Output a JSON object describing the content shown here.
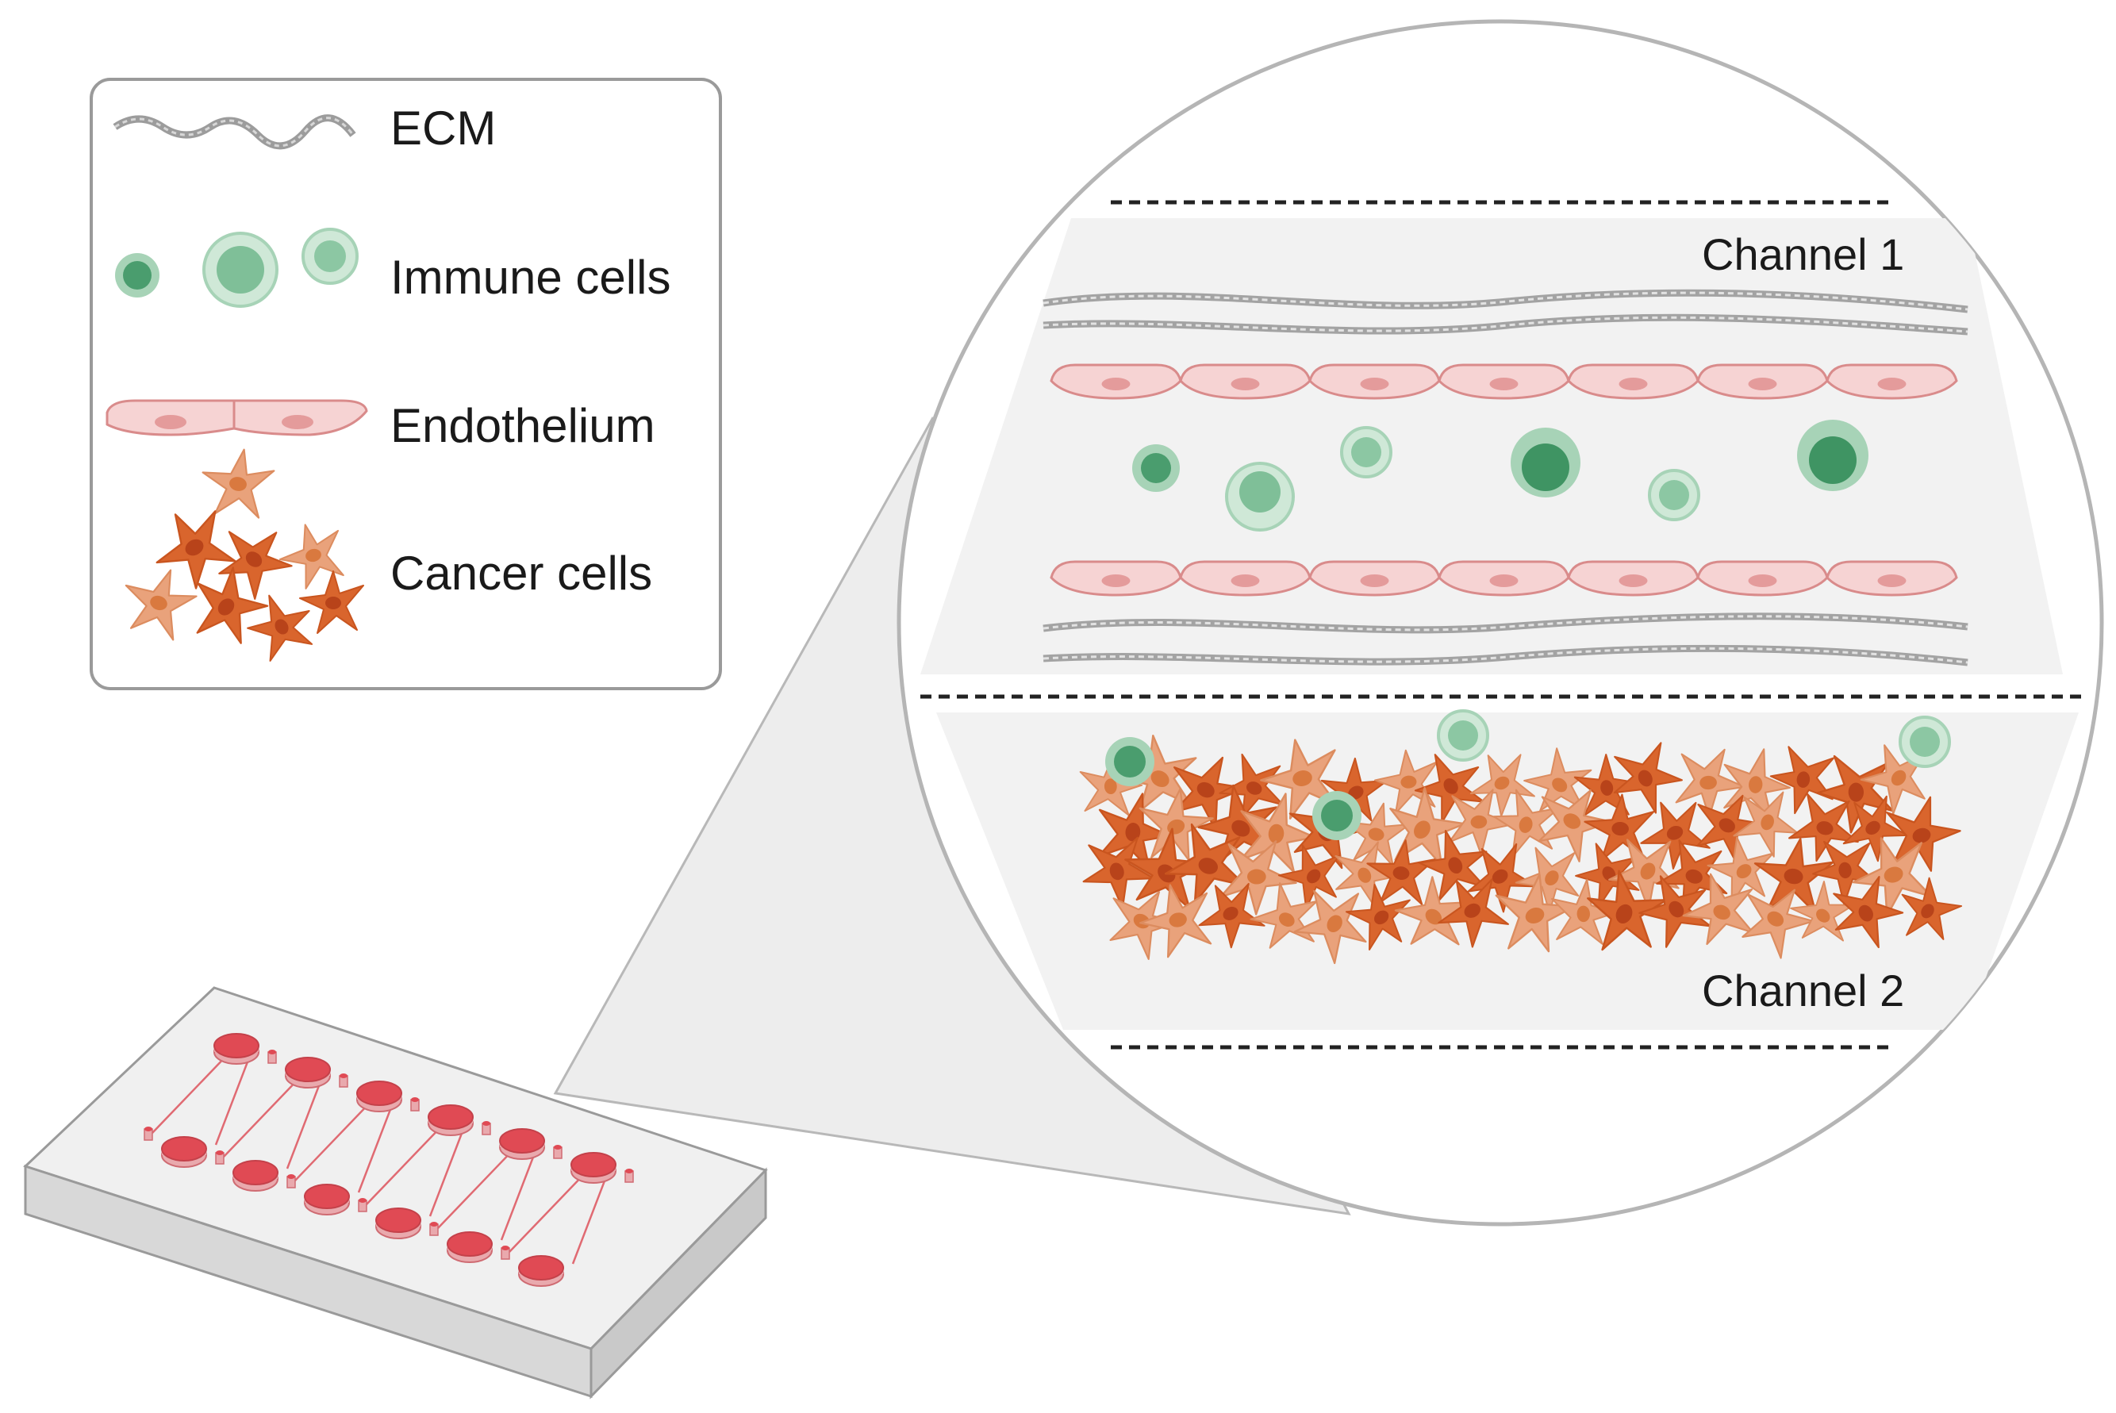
{
  "legend": {
    "items": [
      {
        "label": "ECM",
        "icon": "ecm-fiber-icon"
      },
      {
        "label": "Immune cells",
        "icon": "immune-cell-icon"
      },
      {
        "label": "Endothelium",
        "icon": "endothelium-icon"
      },
      {
        "label": "Cancer cells",
        "icon": "cancer-cell-icon"
      }
    ]
  },
  "zoom": {
    "channel1_label": "Channel 1",
    "channel2_label": "Channel 2"
  },
  "chip": {
    "icon": "microfluidic-chip-icon",
    "well_pairs": 12
  },
  "colors": {
    "immune_dark": "#4a9d6e",
    "immune_light": "#a7d3b7",
    "endothelium_fill": "#f6d3d3",
    "endothelium_stroke": "#d98b8b",
    "cancer_dark": "#d9652d",
    "cancer_light": "#e9a27b",
    "chip_red": "#e04a54",
    "panel_gray": "#f2f2f2"
  }
}
